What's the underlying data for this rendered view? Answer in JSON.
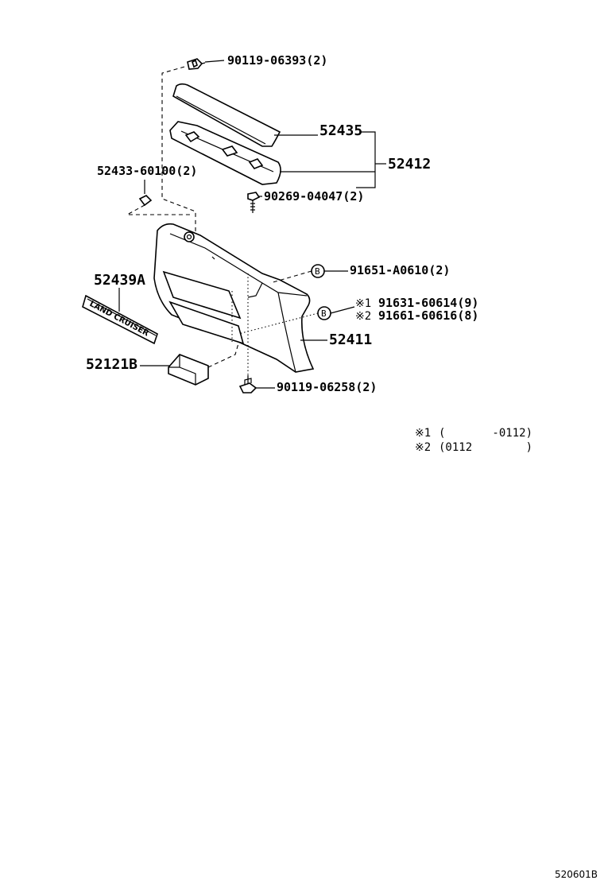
{
  "parts": {
    "bolt_top": "90119-06393(2)",
    "molding_upper": "52435",
    "molding_assy": "52412",
    "clip_left": "52433-60100(2)",
    "screw_mid": "90269-04047(2)",
    "clip_b": "91651-A0610(2)",
    "emblem": "52439A",
    "clip_alt1": "91631-60614(9)",
    "clip_alt2": "91661-60616(8)",
    "bumper_cover": "52411",
    "bracket": "52121B",
    "bolt_bottom": "90119-06258(2)"
  },
  "markers": {
    "b": "B",
    "alt1": "※1",
    "alt2": "※2"
  },
  "emblem_text": "LAND CRUISER",
  "notes": {
    "n1_mark": "※1",
    "n1_range": "(       -0112)",
    "n2_mark": "※2",
    "n2_range": "(0112        )"
  },
  "diagram_code": "520601B"
}
